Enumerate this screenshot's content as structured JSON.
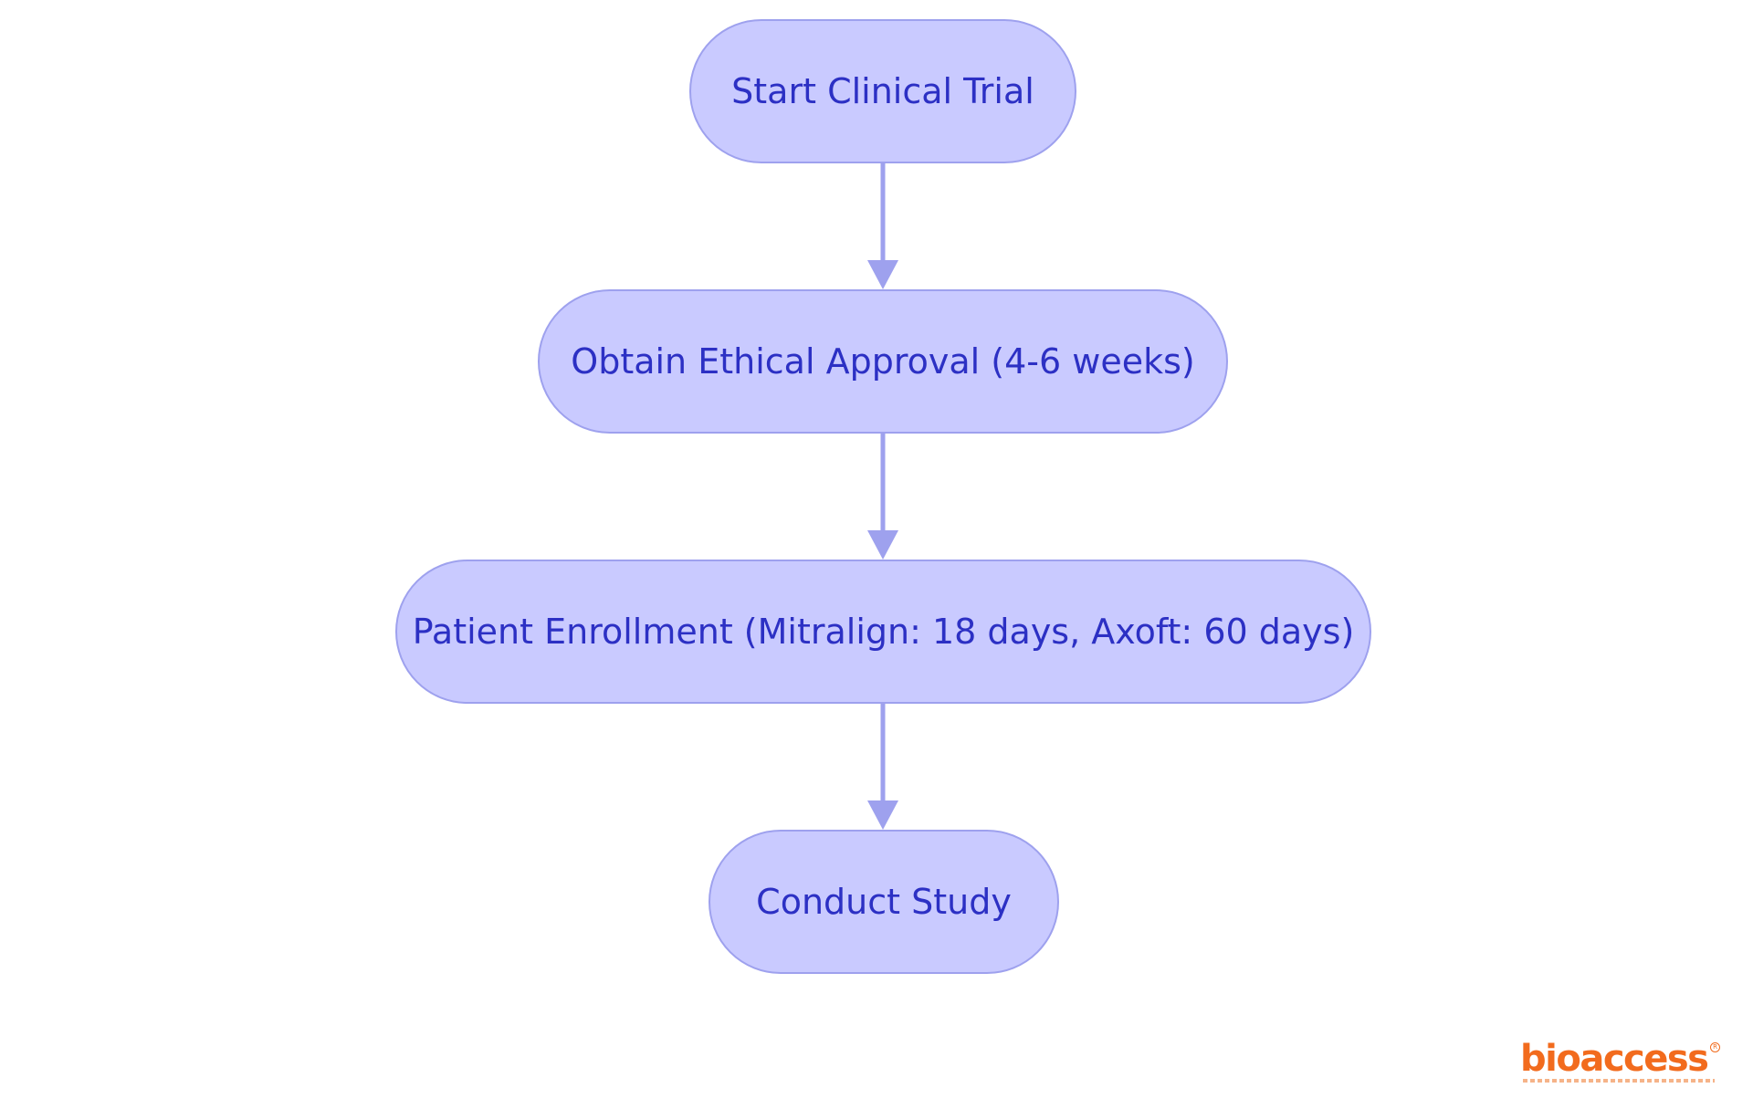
{
  "diagram": {
    "nodes": [
      {
        "id": "start",
        "label": "Start Clinical Trial"
      },
      {
        "id": "ethical",
        "label": "Obtain Ethical Approval (4-6 weeks)"
      },
      {
        "id": "enroll",
        "label": "Patient Enrollment (Mitralign: 18 days, Axoft: 60 days)"
      },
      {
        "id": "conduct",
        "label": "Conduct Study"
      }
    ],
    "edges": [
      {
        "from": "start",
        "to": "ethical"
      },
      {
        "from": "ethical",
        "to": "enroll"
      },
      {
        "from": "enroll",
        "to": "conduct"
      }
    ],
    "colors": {
      "node_fill": "#c9caff",
      "node_border": "#9ea1ee",
      "node_text": "#2c30c4",
      "edge": "#9ea1ee"
    }
  },
  "logo": {
    "name": "bioaccess",
    "color": "#f26b1d"
  }
}
